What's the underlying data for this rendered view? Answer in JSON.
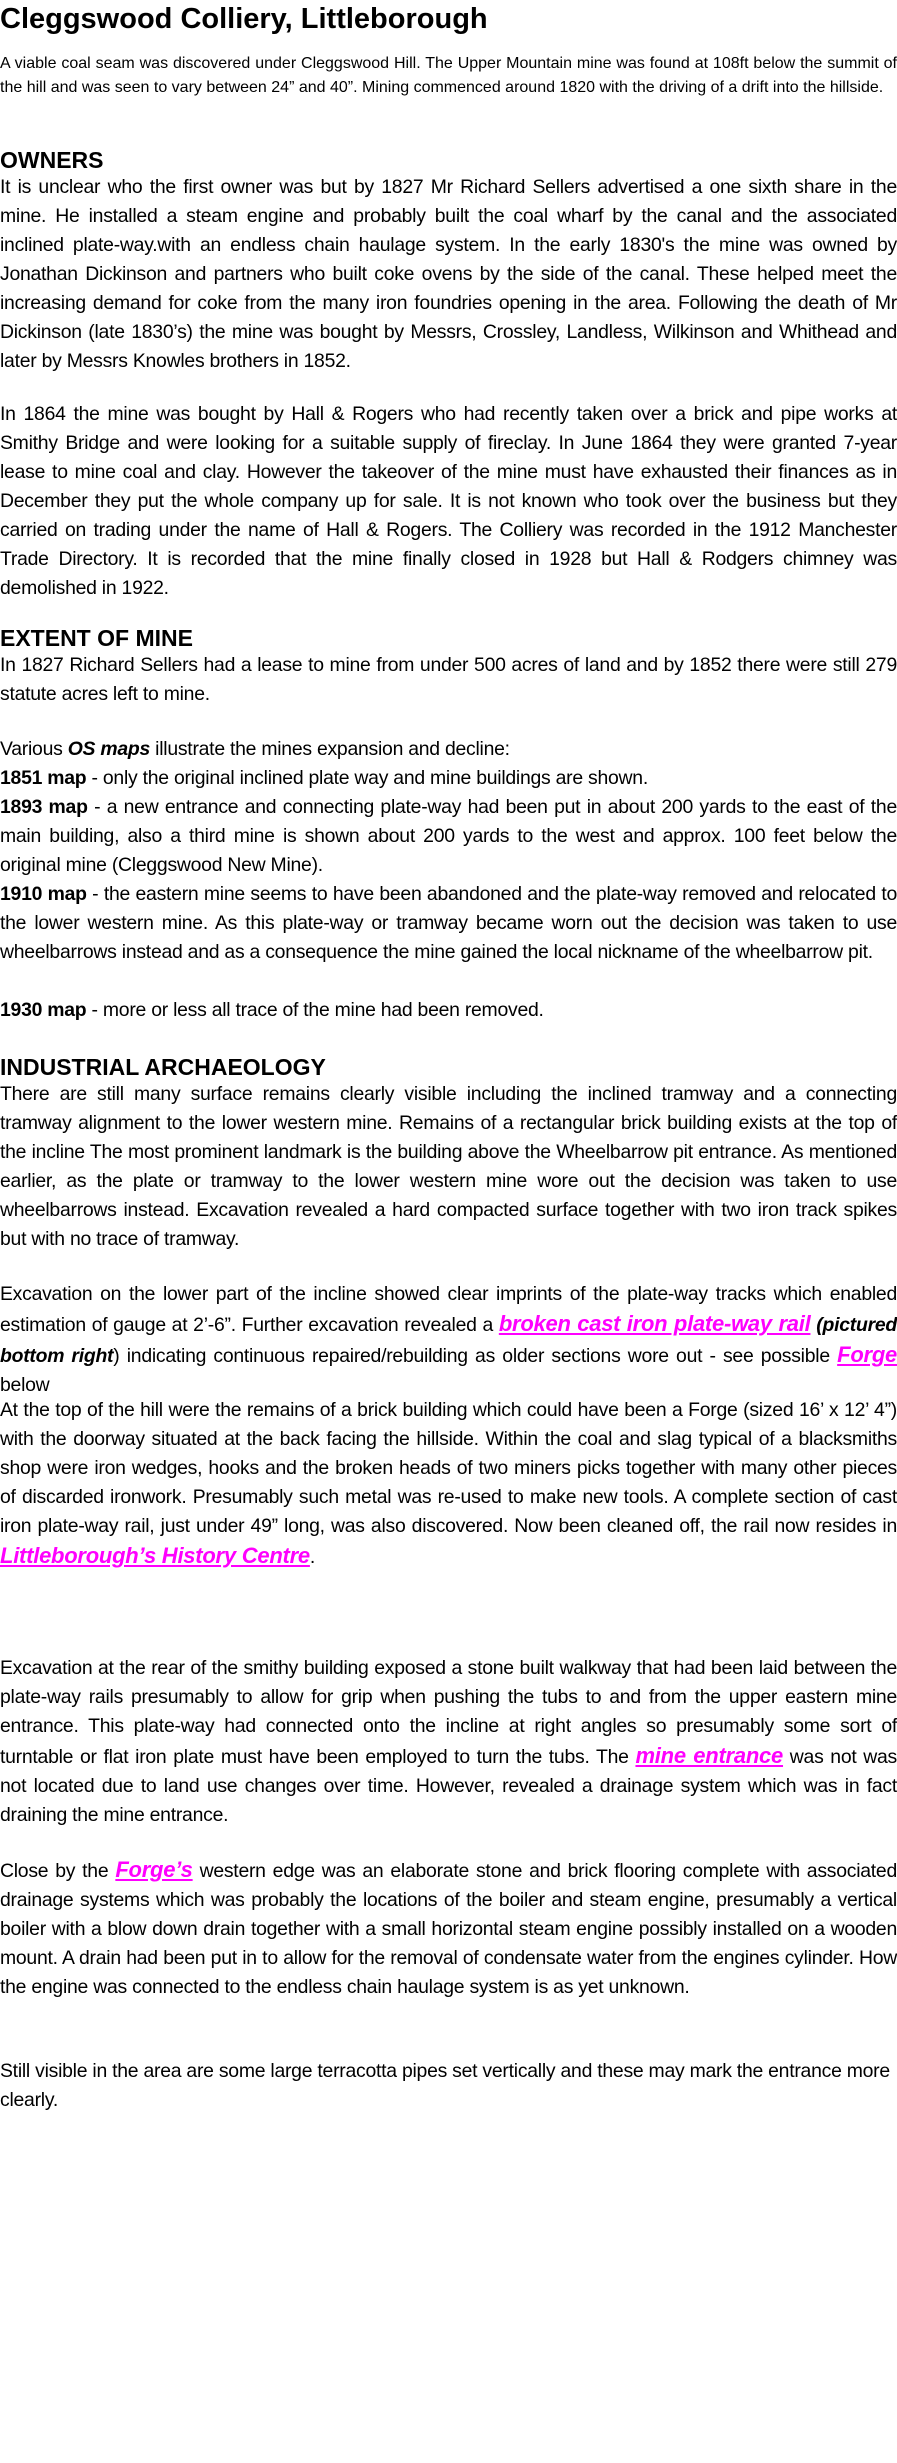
{
  "title": "Cleggswood Colliery, Littleborough",
  "intro": "A viable coal seam was discovered under Cleggswood Hill. The Upper Mountain mine was found at 108ft below the summit of the hill and was seen to vary between 24” and 40”. Mining commenced around 1820 with the driving of a drift into the hillside.",
  "owners": {
    "heading": "OWNERS",
    "p1": "It is unclear who the first owner was but by 1827 Mr Richard Sellers advertised a one sixth share in the mine. He installed a steam engine and probably built the coal wharf by the canal and the associated inclined plate-way.with an endless chain haulage system. In the early 1830's the mine was owned by Jonathan Dickinson and partners who built coke ovens by the side of the canal. These helped meet the increasing demand for coke from the many iron foundries opening in the area. Following the death of Mr Dickinson (late 1830’s) the mine was bought by Messrs, Crossley, Landless, Wilkinson and Whithead and later by Messrs Knowles brothers in 1852.",
    "p2": "In 1864  the mine was bought by Hall & Rogers who had recently taken over a brick and pipe works at Smithy Bridge and were looking for a suitable supply of fireclay. In June 1864 they were granted 7-year lease to mine coal and clay. However the takeover of the mine must have exhausted their finances as in December they put the whole company up for sale. It is not known who took over the business but they carried on trading under the name of Hall & Rogers. The Colliery was recorded in the 1912 Manchester Trade Directory. It is recorded that the mine finally closed in 1928 but Hall & Rodgers chimney was demolished in 1922."
  },
  "extent": {
    "heading": "EXTENT OF MINE",
    "p1": "In 1827 Richard Sellers had a lease to mine from under 500 acres of land and  by 1852 there were still 279 statute acres left to mine.",
    "maps_pre": "Various ",
    "maps_bold": "OS maps",
    "maps_post": " illustrate the mines expansion and decline:",
    "m1851_label": "1851 map",
    "m1851_text": " - only the original inclined plate way and mine buildings are shown.",
    "m1893_label": "1893 map",
    "m1893_text": "  - a new entrance and connecting plate-way had been put in about 200 yards to the east of the main building, also a third mine is shown about 200 yards to the west and approx. 100 feet below the original mine (Cleggswood New Mine).",
    "m1910_label": "1910 map",
    "m1910_text": " - the eastern mine seems to have been abandoned and the plate-way removed and relocated to the lower western mine. As this plate-way or tramway became worn out the decision was taken to use wheelbarrows instead and as a consequence the mine gained the local nickname of the wheelbarrow pit.",
    "m1930_label": "1930 map",
    "m1930_text": " - more or less all trace of the mine had been removed."
  },
  "archaeology": {
    "heading": "INDUSTRIAL ARCHAEOLOGY",
    "p1": "There are still many surface remains clearly visible including the inclined tramway and a connecting tramway alignment to the lower western mine. Remains of a rectangular brick building exists at the top of the incline The most prominent landmark is the building above the Wheelbarrow pit entrance. As mentioned earlier, as the plate or tramway to the lower western mine wore out the decision was taken to use wheelbarrows instead. Excavation revealed a hard compacted surface together with two iron track spikes but with no trace of tramway.",
    "p2_a": "Excavation on the lower part of the incline showed clear imprints of the plate-way tracks which enabled estimation of gauge at 2’-6”. Further excavation revealed a ",
    "p2_link": "broken cast iron plate-way rail",
    "p2_bi": "(pictured bottom right",
    "p2_b": ") indicating continuous repaired/rebuilding as older sections wore out - see  possible ",
    "p2_link2": "Forge",
    "p2_c": " below",
    "p3_a": "At the top of the hill were the remains of a brick building which could have been a Forge (sized 16’ x 12’ 4”) with the doorway situated at the back facing the hillside. Within the coal and slag typical of a blacksmiths shop were iron wedges, hooks and the broken heads of two miners picks together with many other pieces of discarded ironwork. Presumably such metal was re-used to make new tools. A complete section of cast iron plate-way rail, just under 49” long, was also discovered. Now been cleaned off, the rail now resides in ",
    "p3_link": "Littleborough’s History Centre",
    "p3_b": ".",
    "p4_a": "Excavation at the rear of the smithy building exposed a stone built walkway that had been laid between the plate-way rails presumably to allow for grip when pushing the tubs to and from the upper eastern mine entrance. This plate-way had connected onto the incline at right angles so presumably some sort of turntable or flat iron plate must have been employed to turn the tubs. The ",
    "p4_link": "mine entrance",
    "p4_b": " was not was not located due to land use changes over time. However, revealed a drainage system which was in fact draining the mine entrance.",
    "p5_a": "Close by the ",
    "p5_link": "Forge’s",
    "p5_b": " western edge was an elaborate stone and brick flooring complete with associated drainage systems which was probably the locations of the boiler and steam engine, presumably a vertical boiler with a blow down drain together with a small horizontal steam engine possibly installed on a wooden mount. A drain had been put in to allow for the removal of condensate water from the engines cylinder. How the engine was connected to the endless chain haulage system is as yet unknown.",
    "p6": "Still visible in the area are some large terracotta pipes set vertically  and these may mark the entrance more clearly."
  },
  "colors": {
    "link": "#ff00ff",
    "text": "#000000",
    "background": "#ffffff"
  }
}
